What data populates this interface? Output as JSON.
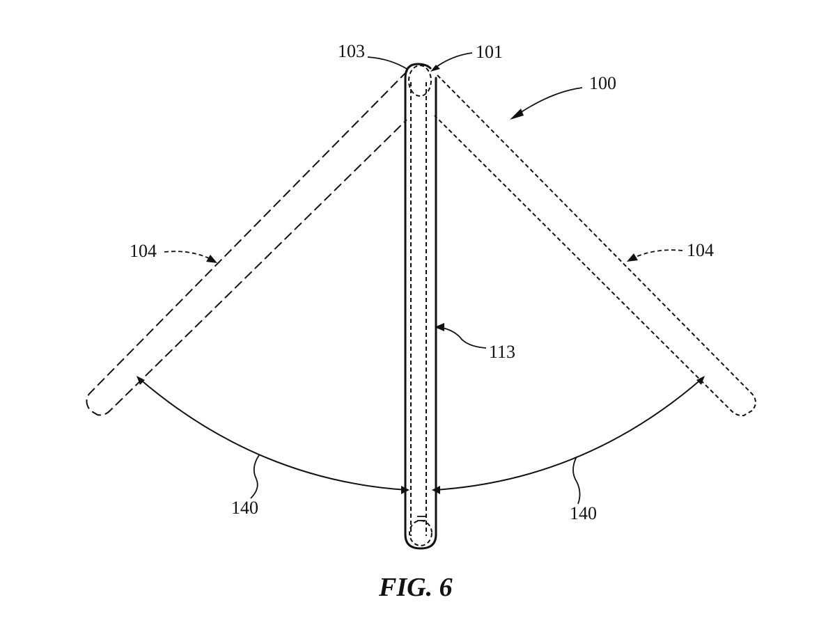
{
  "figure": {
    "caption": "FIG. 6",
    "labels": {
      "ref_103": "103",
      "ref_101": "101",
      "ref_100": "100",
      "ref_104_left": "104",
      "ref_104_right": "104",
      "ref_113": "113",
      "ref_140_left": "140",
      "ref_140_right": "140"
    }
  }
}
